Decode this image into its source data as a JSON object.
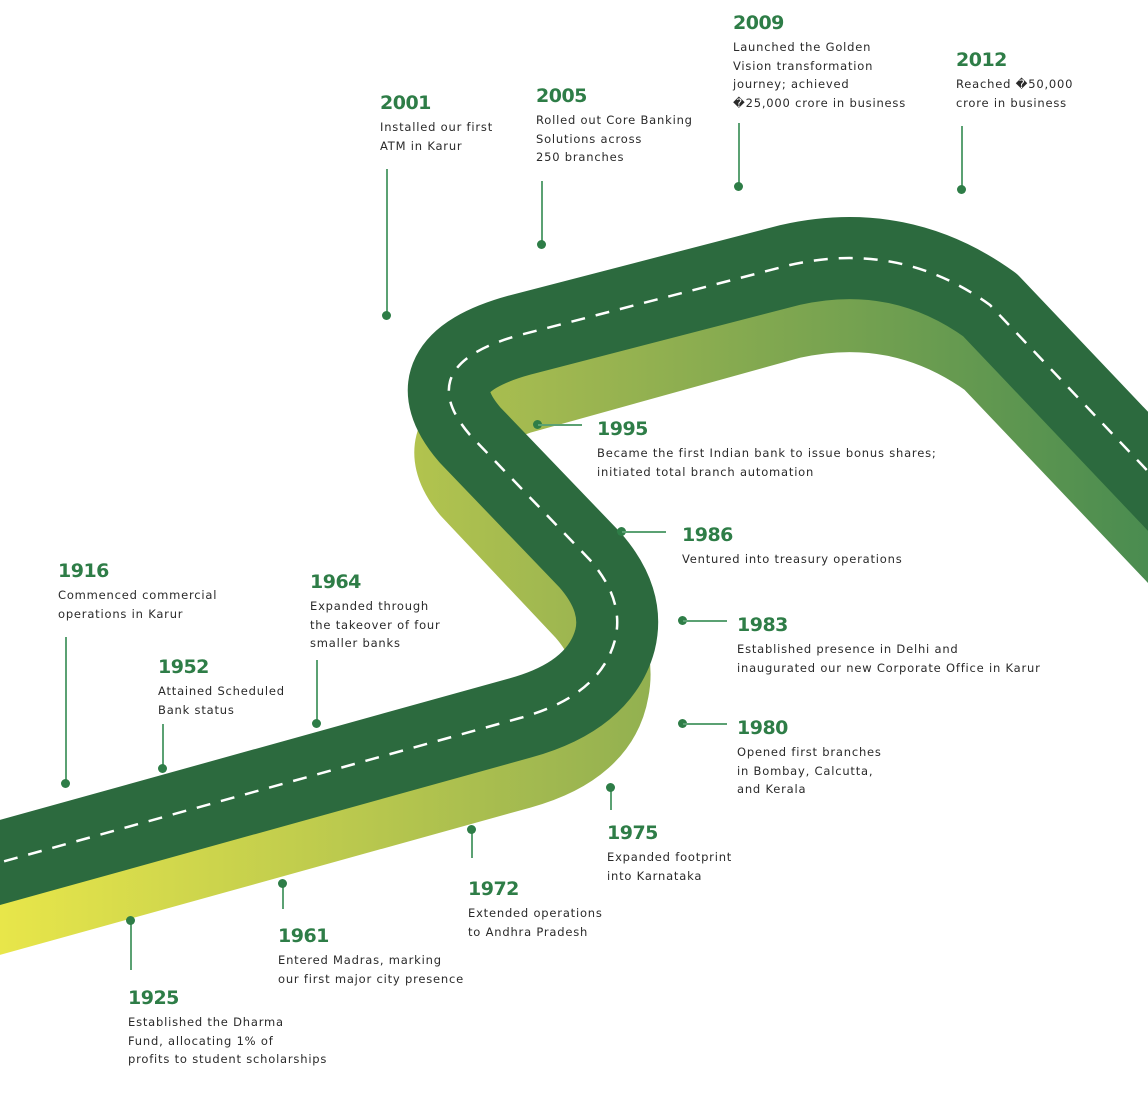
{
  "title": "Milestones journey",
  "colors": {
    "road": "#2c6a3e",
    "accent_year": "#2e7d47",
    "connector": "#5ba173",
    "shadow_start": "#e8e64a",
    "shadow_mid": "#9db650",
    "shadow_end": "#4a8c50",
    "lane_marking": "#ffffff"
  },
  "milestones": [
    {
      "year": "1916",
      "description": "Commenced commercial\noperations in Karur"
    },
    {
      "year": "1925",
      "description": "Established the Dharma\nFund, allocating 1% of\nprofits to student scholarships"
    },
    {
      "year": "1952",
      "description": "Attained Scheduled\nBank status"
    },
    {
      "year": "1961",
      "description": "Entered Madras, marking\nour first major city presence"
    },
    {
      "year": "1964",
      "description": "Expanded through\nthe takeover of four\nsmaller banks"
    },
    {
      "year": "1972",
      "description": "Extended operations\nto Andhra Pradesh"
    },
    {
      "year": "1975",
      "description": "Expanded footprint\ninto Karnataka"
    },
    {
      "year": "1980",
      "description": "Opened first branches\nin Bombay, Calcutta,\nand Kerala"
    },
    {
      "year": "1983",
      "description": "Established presence in Delhi and\ninaugurated our new Corporate Office in Karur"
    },
    {
      "year": "1986",
      "description": "Ventured into treasury operations"
    },
    {
      "year": "1995",
      "description": "Became the first Indian bank to issue bonus shares;\ninitiated total branch automation"
    },
    {
      "year": "2001",
      "description": "Installed our first\nATM in Karur"
    },
    {
      "year": "2005",
      "description": "Rolled out Core Banking\nSolutions across\n250 branches"
    },
    {
      "year": "2009",
      "description": "Launched the Golden\nVision  transformation\njourney; achieved\n�25,000 crore in business"
    },
    {
      "year": "2012",
      "description": "Reached �50,000\ncrore in business"
    }
  ]
}
